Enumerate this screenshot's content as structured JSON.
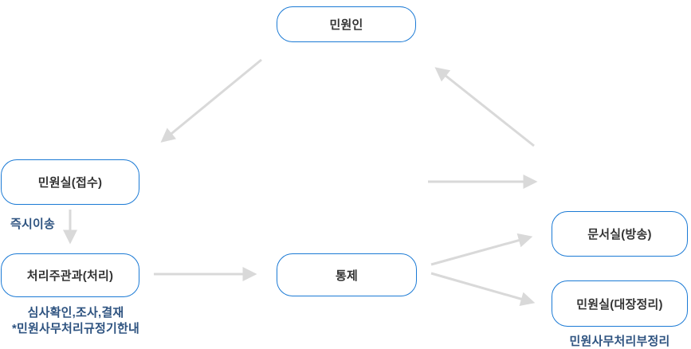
{
  "diagram": {
    "title_hint": "민원 처리 절차 흐름도",
    "nodes": [
      {
        "id": "minwonin",
        "label": "민원인"
      },
      {
        "id": "minwonsil-jeopsu",
        "label": "민원실(접수)"
      },
      {
        "id": "cheori-jugwan",
        "label": "처리주관과(처리)"
      },
      {
        "id": "tongje",
        "label": "통제"
      },
      {
        "id": "munseosil",
        "label": "문서실(방송)"
      },
      {
        "id": "minwonsil-daejang",
        "label": "민원실(대장정리)"
      }
    ],
    "captions": {
      "immediate_transfer": "즉시이송",
      "review_line1": "심사확인,조사,결재",
      "review_line2": "*민원사무처리규정기한내",
      "ledger_note": "민원사무처리부정리"
    },
    "edges": [
      {
        "from": "minwonin",
        "to": "minwonsil-jeopsu",
        "name": "arrow-minwonin-to-jeopsu"
      },
      {
        "from": "minwonsil-jeopsu",
        "to": "cheori-jugwan",
        "name": "arrow-jeopsu-to-cheori"
      },
      {
        "from": "cheori-jugwan",
        "to": "tongje",
        "name": "arrow-cheori-to-tongje"
      },
      {
        "from": "tongje",
        "to": "munseosil",
        "name": "arrow-tongje-to-munseosil"
      },
      {
        "from": "tongje",
        "to": "minwonsil-daejang",
        "name": "arrow-tongje-to-daejang"
      },
      {
        "from": "jeopsu-area",
        "to": "right-area",
        "name": "arrow-horizontal-right"
      },
      {
        "from": "tongje-area",
        "to": "minwonin",
        "name": "arrow-up-to-minwonin"
      }
    ],
    "colors": {
      "box_border": "#1b7ad5",
      "box_text": "#333333",
      "caption_text": "#2e5380",
      "arrow": "#d9d9d9",
      "background": "#ffffff"
    }
  }
}
